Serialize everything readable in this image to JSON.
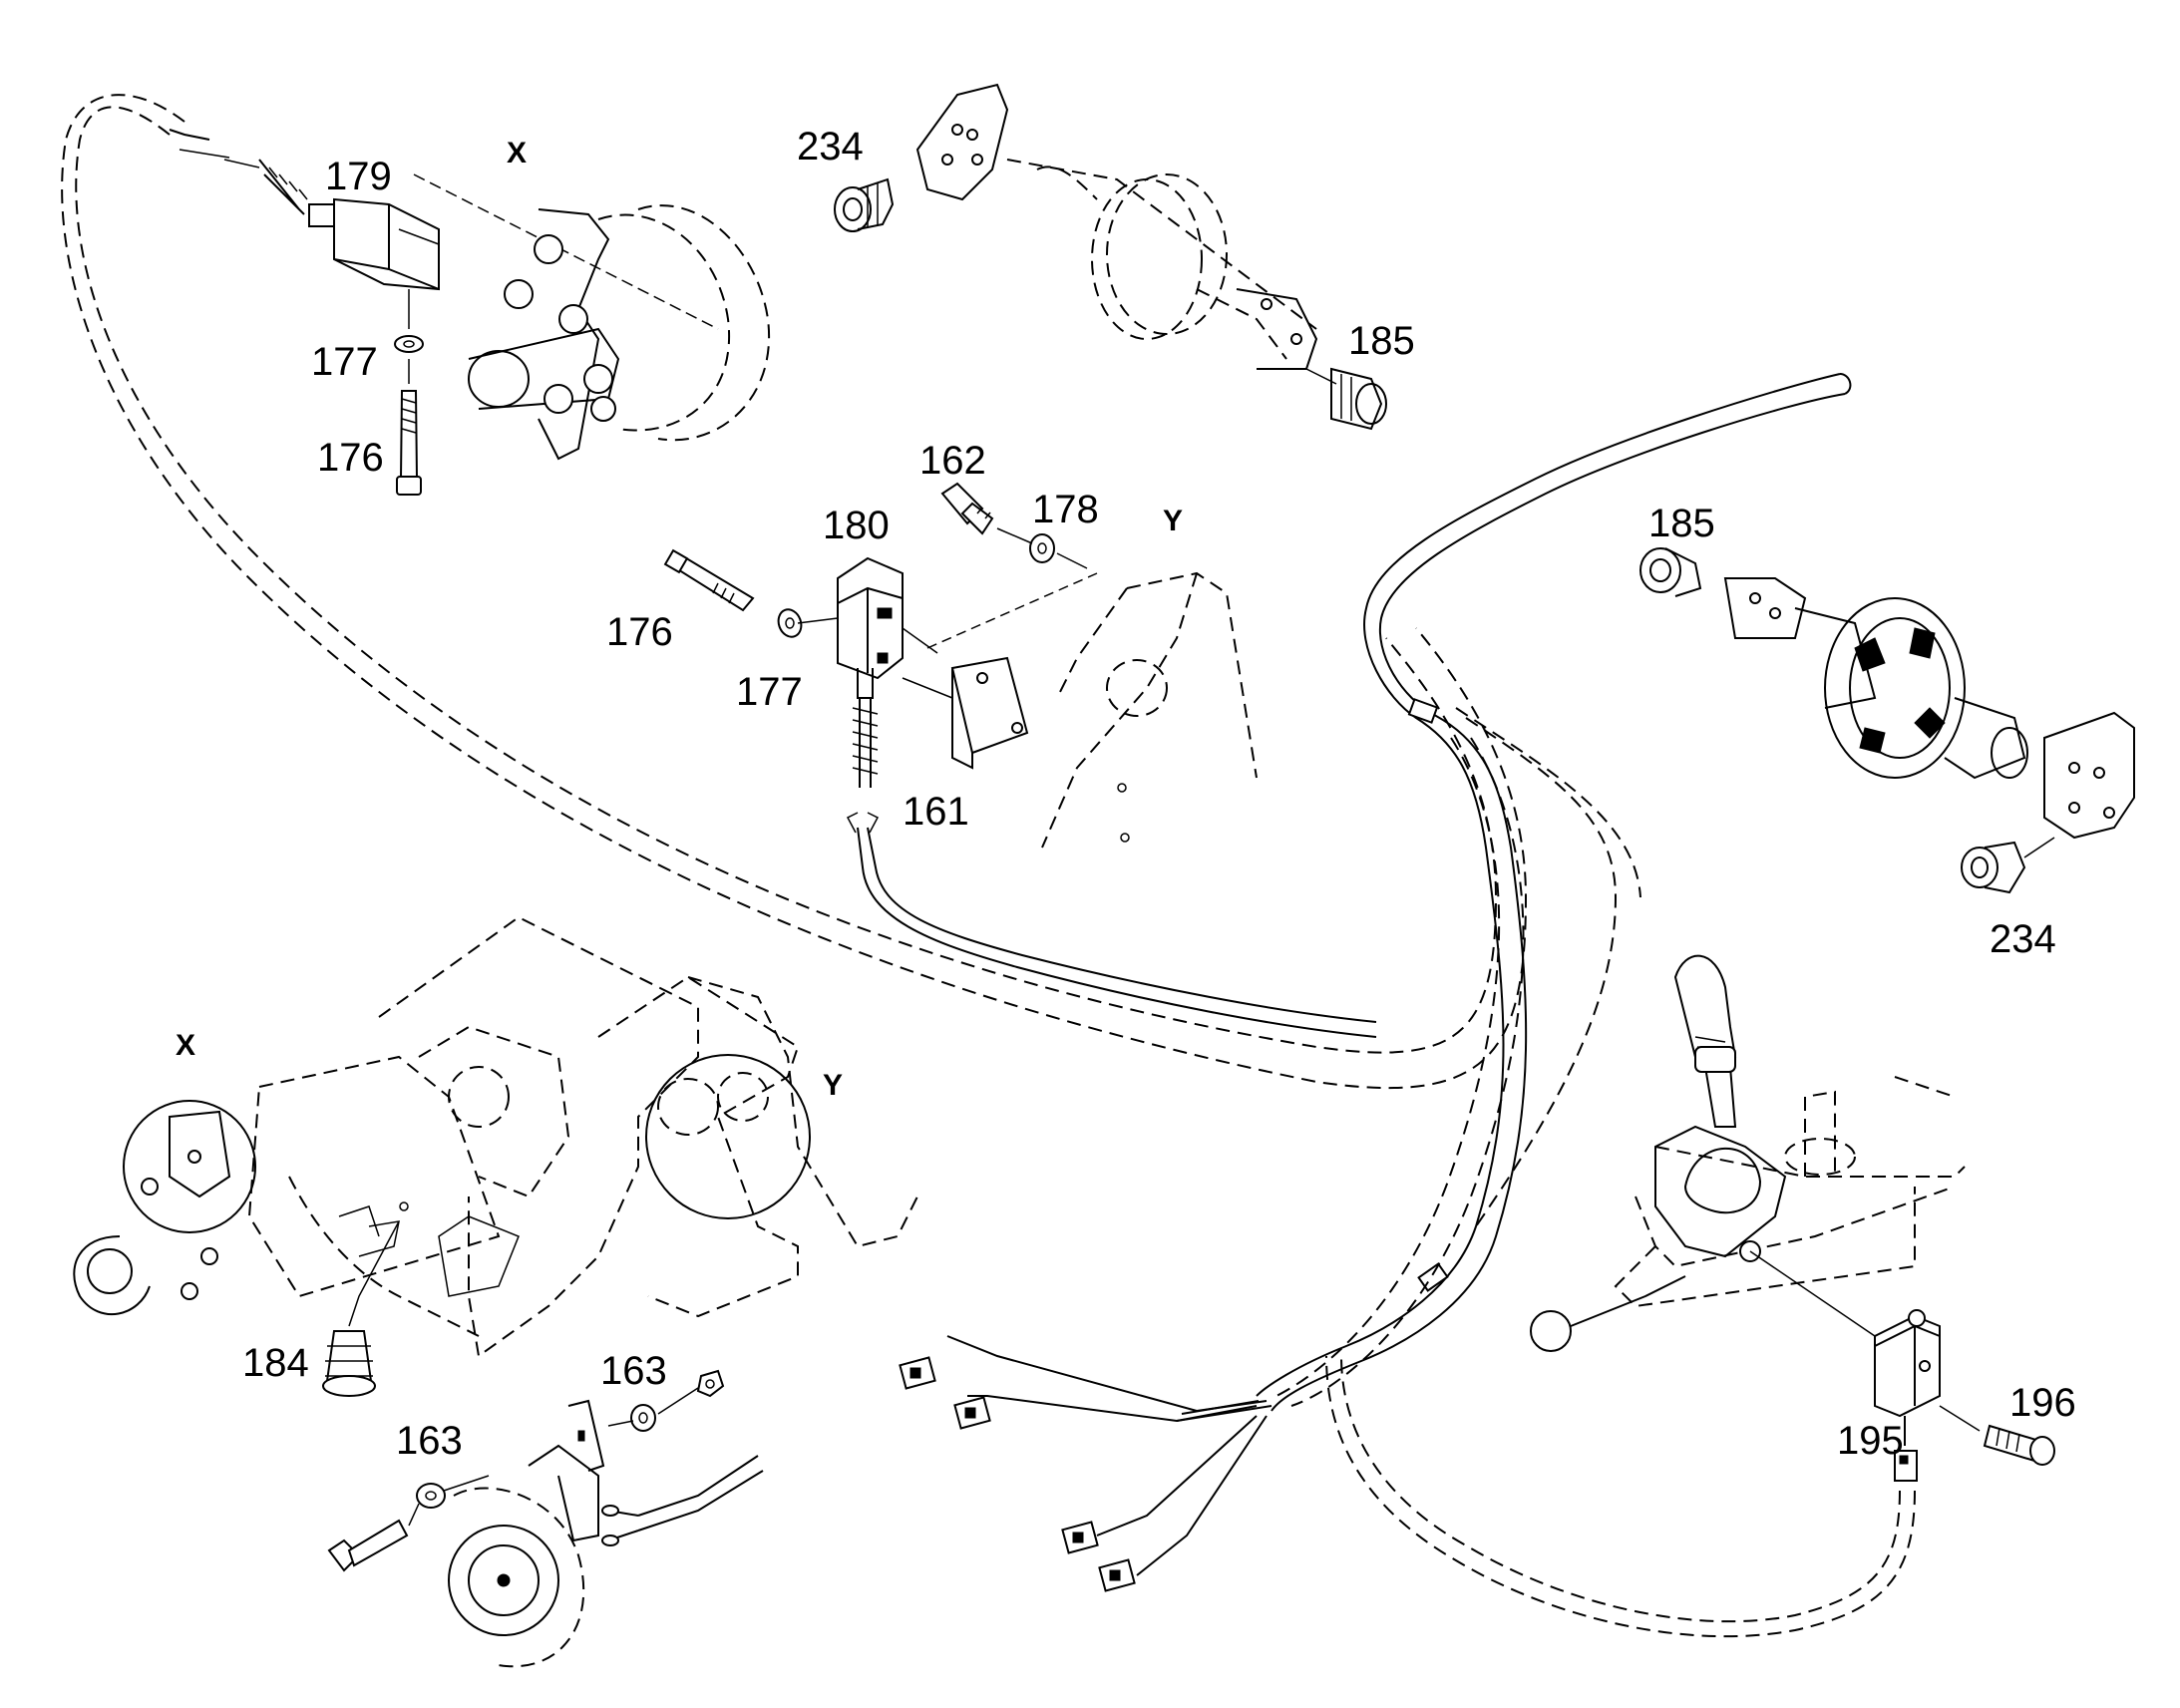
{
  "labels": {
    "p179": "179",
    "p177a": "177",
    "p176a": "176",
    "p234a": "234",
    "p185a": "185",
    "p162": "162",
    "p178": "178",
    "p180": "180",
    "p176b": "176",
    "p177b": "177",
    "p161": "161",
    "p185b": "185",
    "p234b": "234",
    "p184": "184",
    "p163a": "163",
    "p163b": "163",
    "p196": "196",
    "p195": "195"
  },
  "view_markers": {
    "x_top": "X",
    "y_top": "Y",
    "x_bottom": "X",
    "y_bottom": "Y"
  }
}
